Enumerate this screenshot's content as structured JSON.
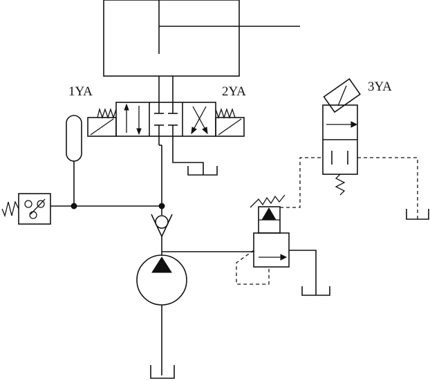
{
  "labels": {
    "solenoid_left": "1YA",
    "solenoid_right": "2YA",
    "solenoid_aux": "3YA"
  },
  "colors": {
    "line": "#111111",
    "background": "#ffffff"
  }
}
